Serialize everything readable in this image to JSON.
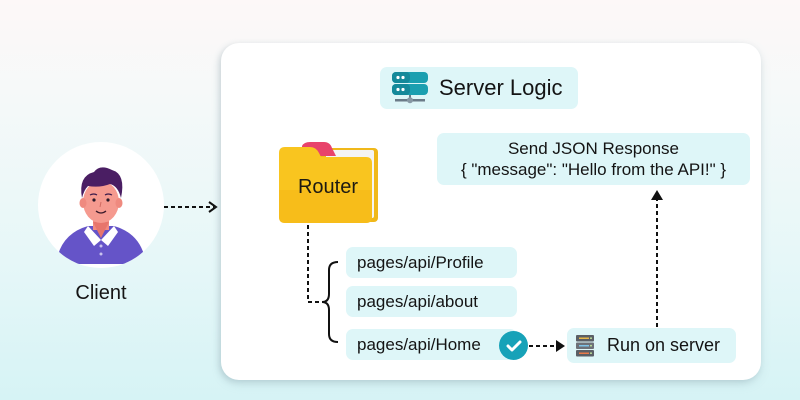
{
  "client": {
    "label": "Client",
    "icon": "user-avatar-icon"
  },
  "server_logic": {
    "title": "Server Logic",
    "icon": "server-rack-icon"
  },
  "router": {
    "label": "Router",
    "icon": "folder-icon"
  },
  "routes": [
    {
      "label": "pages/api/Profile",
      "selected": false
    },
    {
      "label": "pages/api/about",
      "selected": false
    },
    {
      "label": "pages/api/Home",
      "selected": true
    }
  ],
  "run_on_server": {
    "label": "Run on server",
    "icon": "server-stack-icon"
  },
  "response": {
    "title": "Send JSON Response",
    "body": "{ \"message\": \"Hello from the API!\" }"
  },
  "colors": {
    "pill_bg": "#def6f8",
    "accent_teal": "#17a2b8",
    "folder_yellow": "#f7c21c",
    "folder_tab_pink": "#e8436b",
    "shirt_purple": "#6554c8",
    "hair_purple": "#4a1e63"
  }
}
